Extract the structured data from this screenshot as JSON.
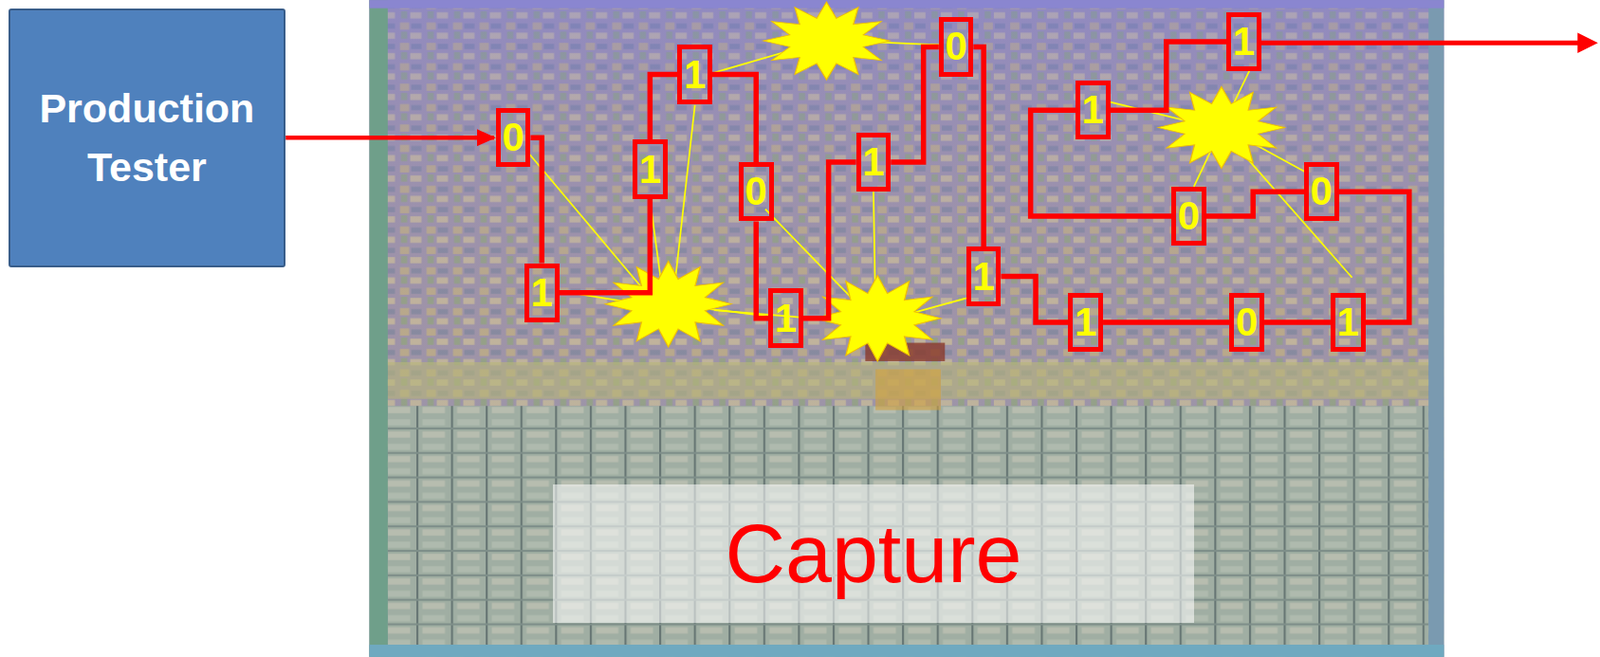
{
  "diagram": {
    "nodes": [
      {
        "text": [
          "Production Tester"
        ]
      },
      {
        "text": [
          "0"
        ]
      },
      {
        "text": [
          "1"
        ]
      },
      {
        "text": [
          "1"
        ]
      },
      {
        "text": [
          "1"
        ]
      },
      {
        "text": [
          "0"
        ]
      },
      {
        "text": [
          "1"
        ]
      },
      {
        "text": [
          "1"
        ]
      },
      {
        "text": [
          "0"
        ]
      },
      {
        "text": [
          "1"
        ]
      },
      {
        "text": [
          "1"
        ]
      },
      {
        "text": [
          "0"
        ]
      },
      {
        "text": [
          "1"
        ]
      },
      {
        "text": [
          "0"
        ]
      },
      {
        "text": [
          "0"
        ]
      },
      {
        "text": [
          "1"
        ]
      },
      {
        "text": [
          "1"
        ]
      },
      {
        "text": [
          "Capture"
        ]
      }
    ],
    "edges": [
      {
        "from": 0,
        "to": 1,
        "arrow": "to"
      },
      {
        "from": 1,
        "to": 2,
        "arrow": "none"
      },
      {
        "from": 2,
        "to": 3,
        "arrow": "none"
      },
      {
        "from": 3,
        "to": 4,
        "arrow": "none"
      },
      {
        "from": 4,
        "to": 5,
        "arrow": "none"
      },
      {
        "from": 5,
        "to": 6,
        "arrow": "none"
      },
      {
        "from": 6,
        "to": 7,
        "arrow": "none"
      },
      {
        "from": 7,
        "to": 8,
        "arrow": "none"
      },
      {
        "from": 8,
        "to": 9,
        "arrow": "none"
      },
      {
        "from": 9,
        "to": 10,
        "arrow": "none"
      },
      {
        "from": 10,
        "to": 11,
        "arrow": "none"
      },
      {
        "from": 11,
        "to": 12,
        "arrow": "none"
      },
      {
        "from": 12,
        "to": 13,
        "arrow": "none"
      },
      {
        "from": 13,
        "to": 14,
        "arrow": "none"
      },
      {
        "from": 14,
        "to": 15,
        "arrow": "none"
      },
      {
        "from": 15,
        "to": 16,
        "arrow": "none"
      }
    ]
  }
}
